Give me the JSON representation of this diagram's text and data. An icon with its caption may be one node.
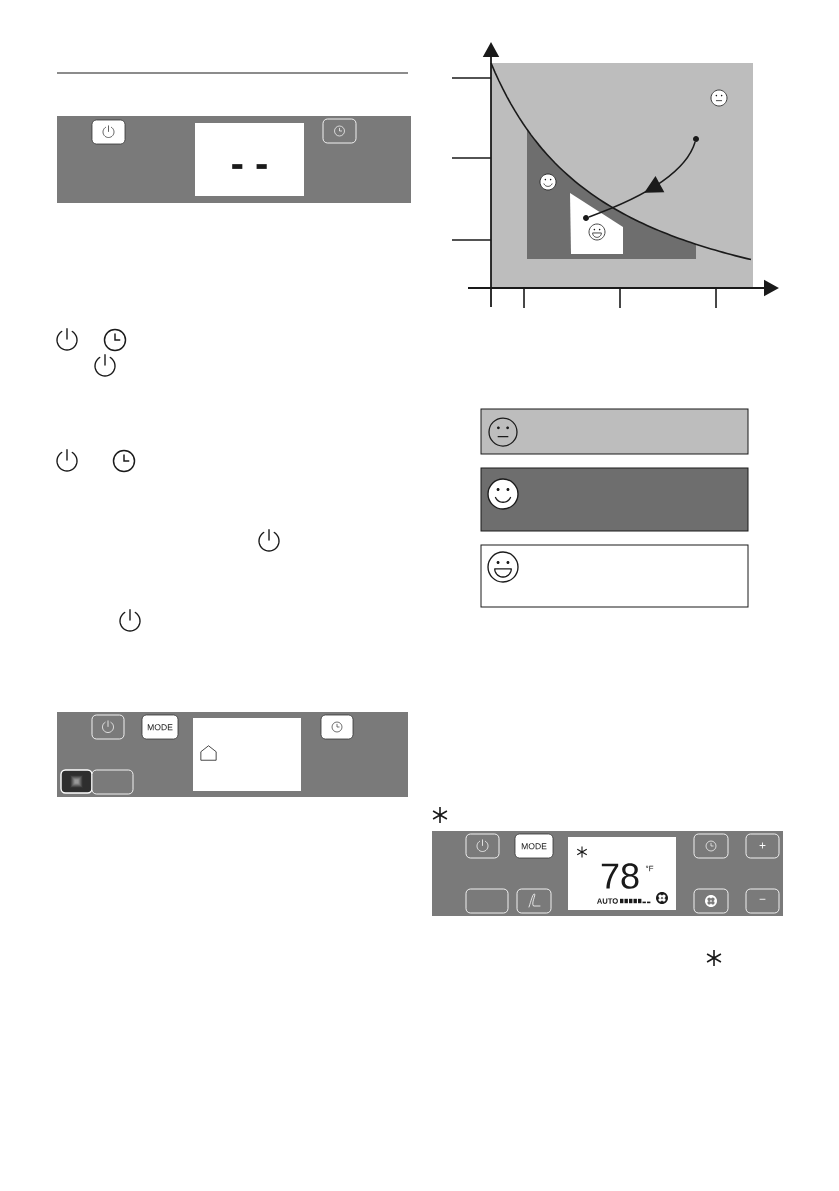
{
  "diagram": {
    "nodes": [
      {
        "text": [],
        "shape": "box"
      },
      {
        "text": [],
        "shape": "box",
        "in": 0
      },
      {
        "text": [
          "- -"
        ],
        "in": 0
      },
      {
        "text": [],
        "shape": "box",
        "in": 0
      },
      {
        "text": [],
        "shape": "box"
      },
      {
        "text": [],
        "shape": "box",
        "in": 4
      },
      {
        "text": [
          "MODE"
        ],
        "in": 4
      },
      {
        "text": [],
        "shape": "box",
        "in": 4
      },
      {
        "text": [],
        "shape": "box",
        "in": 4
      },
      {
        "text": [],
        "shape": "box",
        "in": 4
      },
      {
        "text": [],
        "shape": "box",
        "in": 4
      },
      {
        "text": [],
        "shape": "circle"
      },
      {
        "text": [],
        "shape": "circle"
      },
      {
        "text": [],
        "shape": "box"
      },
      {
        "text": [],
        "shape": "box"
      },
      {
        "text": [],
        "shape": "box"
      },
      {
        "text": [],
        "shape": "box"
      },
      {
        "text": [],
        "shape": "box",
        "in": 16
      },
      {
        "text": [
          "MODE"
        ],
        "in": 16
      },
      {
        "text": [
          "78",
          "°F",
          "AUTO"
        ],
        "in": 16
      },
      {
        "text": [],
        "shape": "box",
        "in": 16
      },
      {
        "text": [
          "+"
        ],
        "in": 16
      },
      {
        "text": [],
        "shape": "box",
        "in": 16
      },
      {
        "text": [],
        "shape": "box",
        "in": 16
      },
      {
        "text": [],
        "shape": "box",
        "in": 16
      },
      {
        "text": [
          "−"
        ],
        "in": 16
      }
    ],
    "edges": [
      {
        "from": 12,
        "to": 11,
        "arrow": "to"
      }
    ]
  }
}
